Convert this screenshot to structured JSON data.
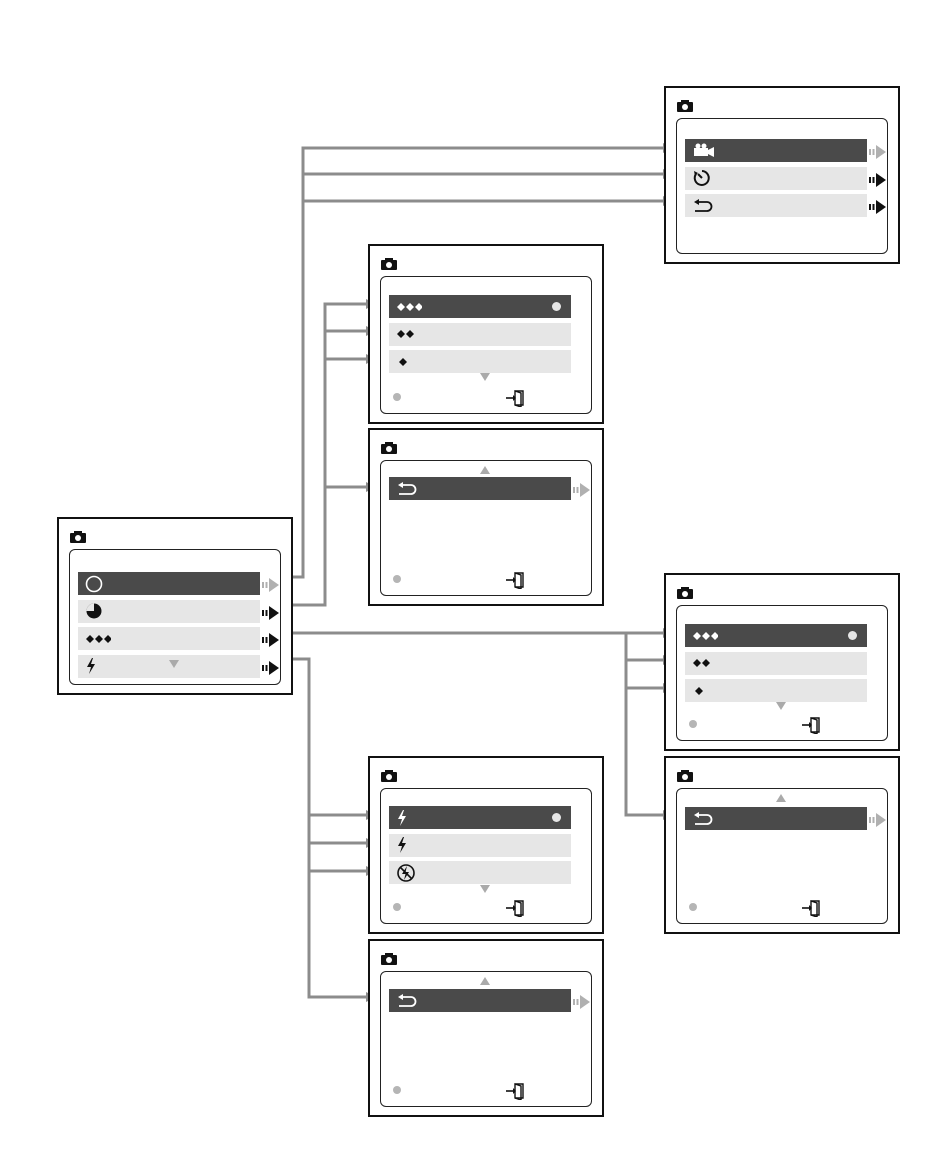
{
  "colors": {
    "connector": "#8c8c8c",
    "selected_row": "#4a4a4a",
    "row": "#e6e6e6",
    "arrow_active": "#111111",
    "arrow_dim": "#b0b0b0"
  },
  "screens": [
    {
      "id": "main-menu",
      "rows": [
        "circle-icon",
        "half-circle-icon",
        "quality-three-diamonds-icon",
        "flash-icon"
      ],
      "selected": 0,
      "arrows": [
        "dim",
        "active",
        "active",
        "active"
      ],
      "footer": "down-arrow"
    },
    {
      "id": "capture-mode",
      "rows": [
        "video-camera-icon",
        "self-timer-icon",
        "back-icon"
      ],
      "selected": 0,
      "arrows": [
        "dim",
        "active",
        "active"
      ]
    },
    {
      "id": "quality-menu-a",
      "rows": [
        "quality-three-diamonds-icon",
        "quality-two-diamonds-icon",
        "quality-one-diamond-icon"
      ],
      "selected": 0
    },
    {
      "id": "quality-back-a",
      "rows": [
        "back-icon"
      ],
      "selected": 0
    },
    {
      "id": "quality-menu-b",
      "rows": [
        "quality-three-diamonds-icon",
        "quality-two-diamonds-icon",
        "quality-one-diamond-icon"
      ],
      "selected": 0
    },
    {
      "id": "quality-back-b",
      "rows": [
        "back-icon"
      ],
      "selected": 0
    },
    {
      "id": "flash-menu",
      "rows": [
        "flash-auto-icon",
        "flash-on-icon",
        "flash-off-icon"
      ],
      "selected": 0
    },
    {
      "id": "flash-back",
      "rows": [
        "back-icon"
      ],
      "selected": 0
    }
  ]
}
